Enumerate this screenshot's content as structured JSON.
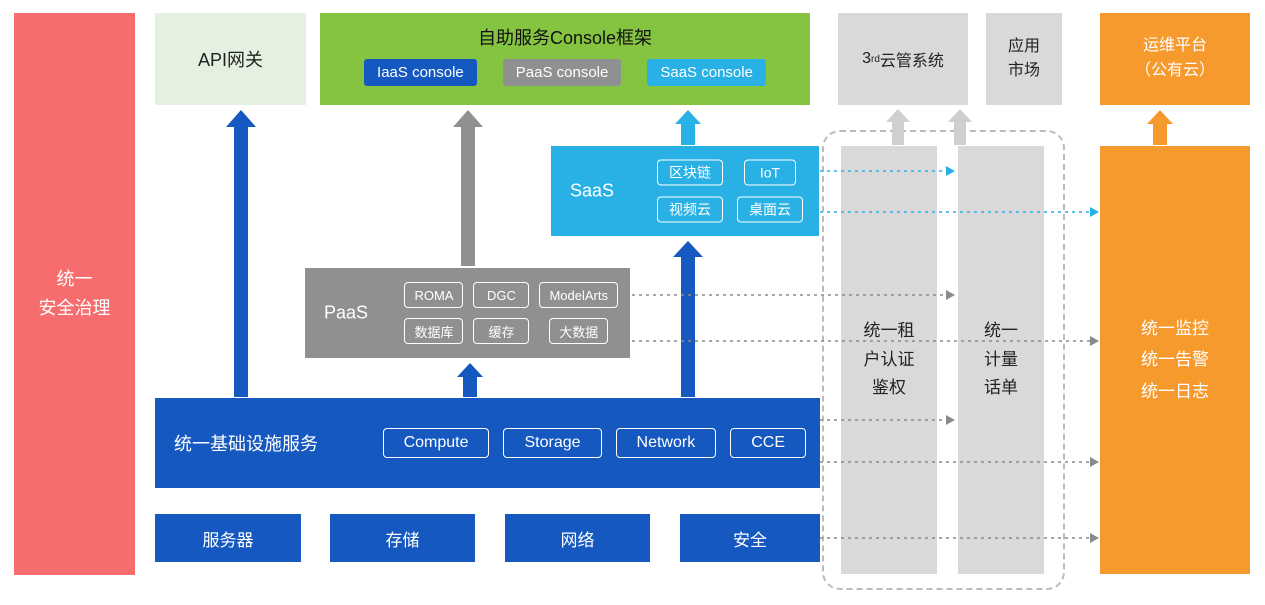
{
  "colors": {
    "red": "#F76C6C",
    "light_green": "#E4F1E0",
    "green": "#85C440",
    "blue": "#1558C0",
    "gray": "#8F9092",
    "light_gray": "#D9D9D9",
    "cyan": "#29B1E6",
    "orange": "#F79A2E"
  },
  "security_bar": {
    "label": "统一\n安全治理"
  },
  "api_gateway": {
    "label": "API网关"
  },
  "console_frame": {
    "title": "自助服务Console框架",
    "buttons": [
      {
        "label": "IaaS console"
      },
      {
        "label": "PaaS console"
      },
      {
        "label": "SaaS console"
      }
    ]
  },
  "third_party": {
    "prefix": "3",
    "sup": "rd",
    "rest": "云管系统"
  },
  "app_market": {
    "label": "应用\n市场"
  },
  "om_platform": {
    "label": "运维平台\n（公有云）"
  },
  "saas": {
    "label": "SaaS",
    "chips": [
      "区块链",
      "IoT",
      "视频云",
      "桌面云"
    ]
  },
  "paas": {
    "label": "PaaS",
    "chips": [
      "ROMA",
      "DGC",
      "ModelArts",
      "数据库",
      "缓存",
      "大数据"
    ]
  },
  "infra": {
    "label": "统一基础设施服务",
    "chips": [
      "Compute",
      "Storage",
      "Network",
      "CCE"
    ]
  },
  "foundation": {
    "items": [
      "服务器",
      "存储",
      "网络",
      "安全"
    ]
  },
  "auth_bar": {
    "label": "统一租\n户认证\n鉴权"
  },
  "metering_bar": {
    "label": "统一\n计量\n话单"
  },
  "monitor_bar": {
    "label": "统一监控\n统一告警\n统一日志"
  }
}
